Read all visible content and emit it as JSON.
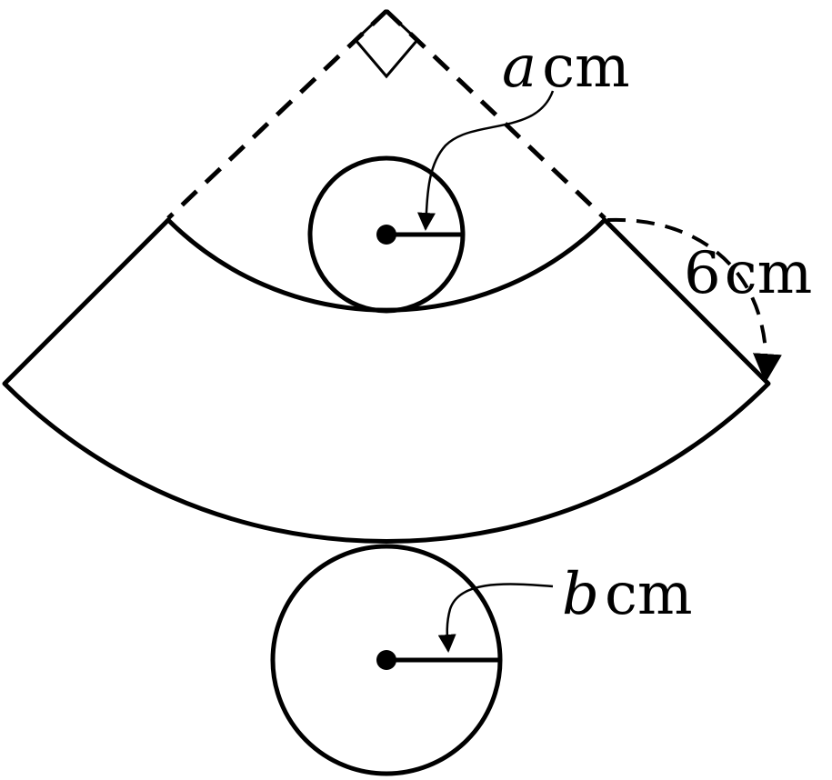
{
  "figure": {
    "labels": {
      "small_radius_var": "a",
      "small_radius_unit": "cm",
      "slant_value": "6",
      "slant_unit": "cm",
      "large_radius_var": "b",
      "large_radius_unit": "cm"
    },
    "right_angle_marker": true,
    "colors": {
      "stroke": "#000000",
      "background": "#ffffff"
    }
  }
}
